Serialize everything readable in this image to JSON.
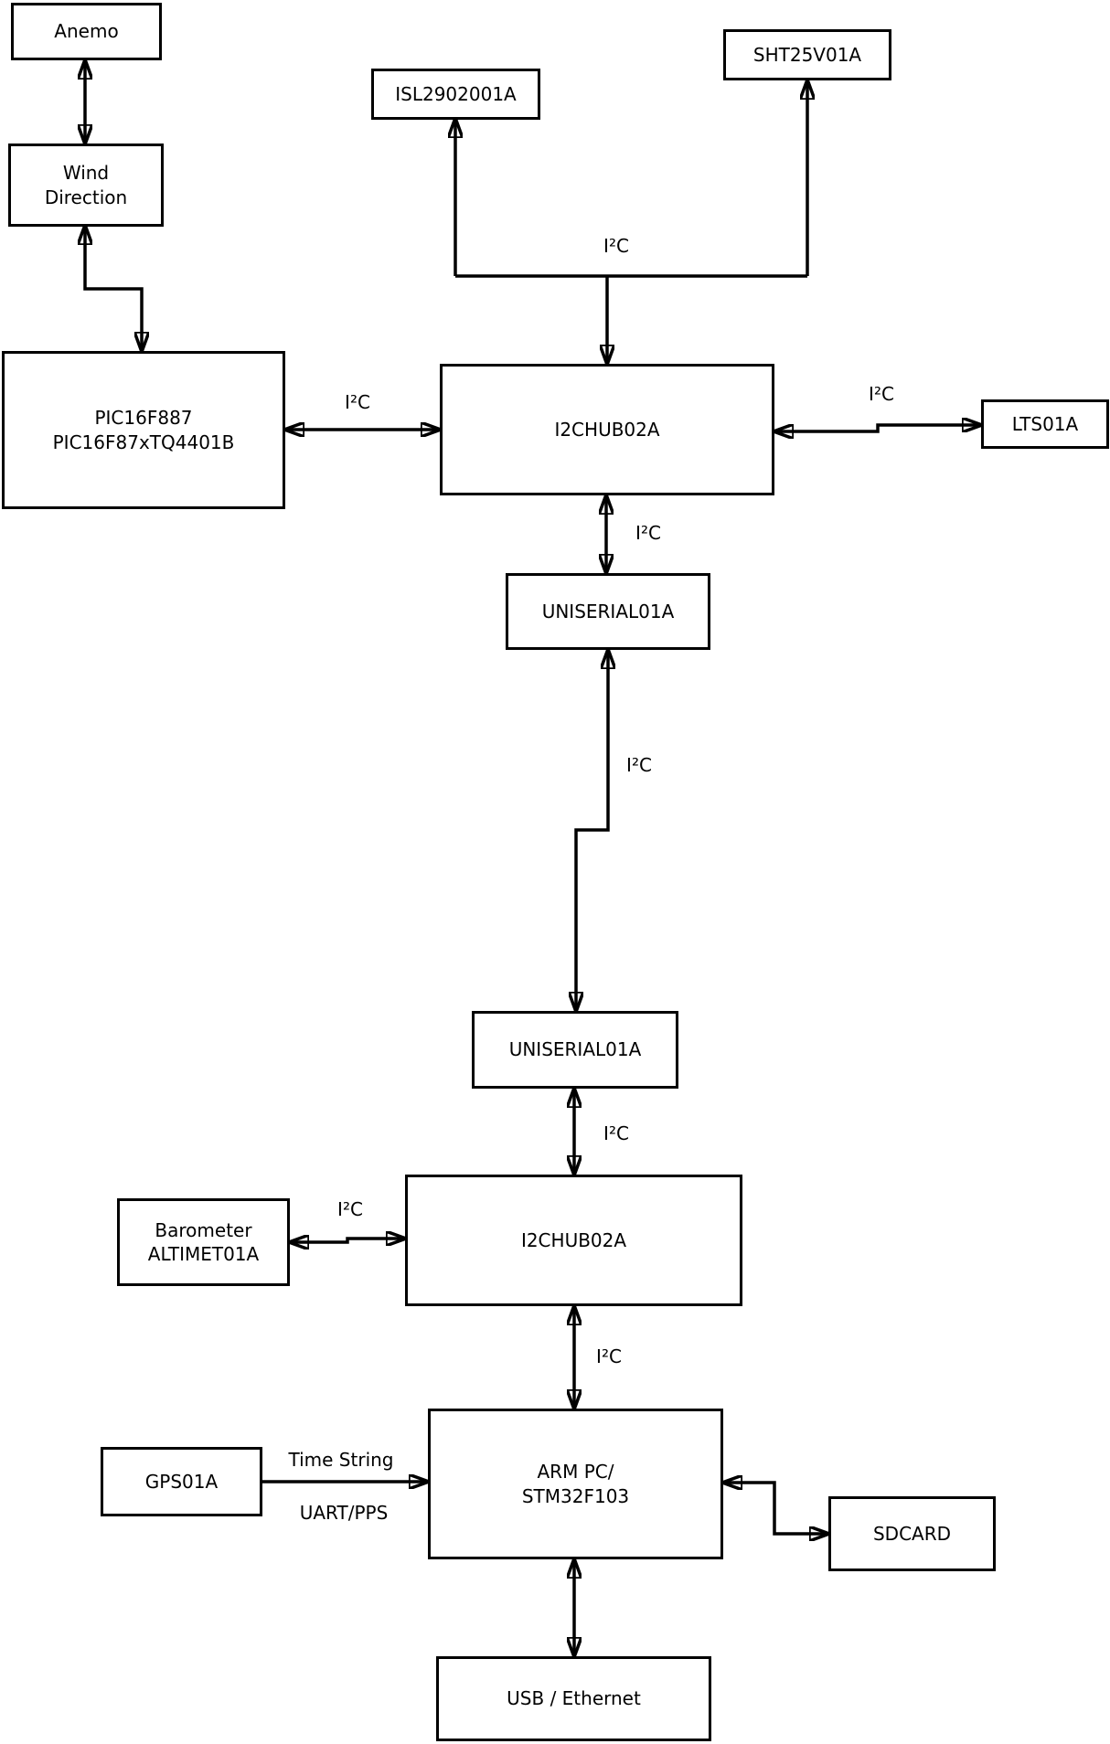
{
  "diagram": {
    "background_color": "#ffffff",
    "line_color": "#000000",
    "nodes": {
      "anemo": {
        "label": "Anemo"
      },
      "wind_direction": {
        "label": "Wind\nDirection"
      },
      "pic": {
        "label": "PIC16F887\nPIC16F87xTQ4401B"
      },
      "isl": {
        "label": "ISL2902001A"
      },
      "sht": {
        "label": "SHT25V01A"
      },
      "hub1": {
        "label": "I2CHUB02A"
      },
      "lts": {
        "label": "LTS01A"
      },
      "uniserial1": {
        "label": "UNISERIAL01A"
      },
      "uniserial2": {
        "label": "UNISERIAL01A"
      },
      "hub2": {
        "label": "I2CHUB02A"
      },
      "barometer": {
        "label": "Barometer\nALTIMET01A"
      },
      "gps": {
        "label": "GPS01A"
      },
      "arm": {
        "label": "ARM PC/\nSTM32F103"
      },
      "sdcard": {
        "label": "SDCARD"
      },
      "usb": {
        "label": "USB / Ethernet"
      }
    },
    "edge_labels": {
      "bus_top": {
        "text": "I²C"
      },
      "pic_hub1": {
        "text": "I²C"
      },
      "hub1_lts": {
        "text": "I²C"
      },
      "hub1_uni1": {
        "text": "I²C"
      },
      "uni1_uni2": {
        "text": "I²C"
      },
      "uni2_hub2": {
        "text": "I²C"
      },
      "baro_hub2": {
        "text": "I²C"
      },
      "hub2_arm": {
        "text": "I²C"
      },
      "gps_arm_top": {
        "text": "Time String"
      },
      "gps_arm_bottom": {
        "text": "UART/PPS"
      }
    }
  }
}
